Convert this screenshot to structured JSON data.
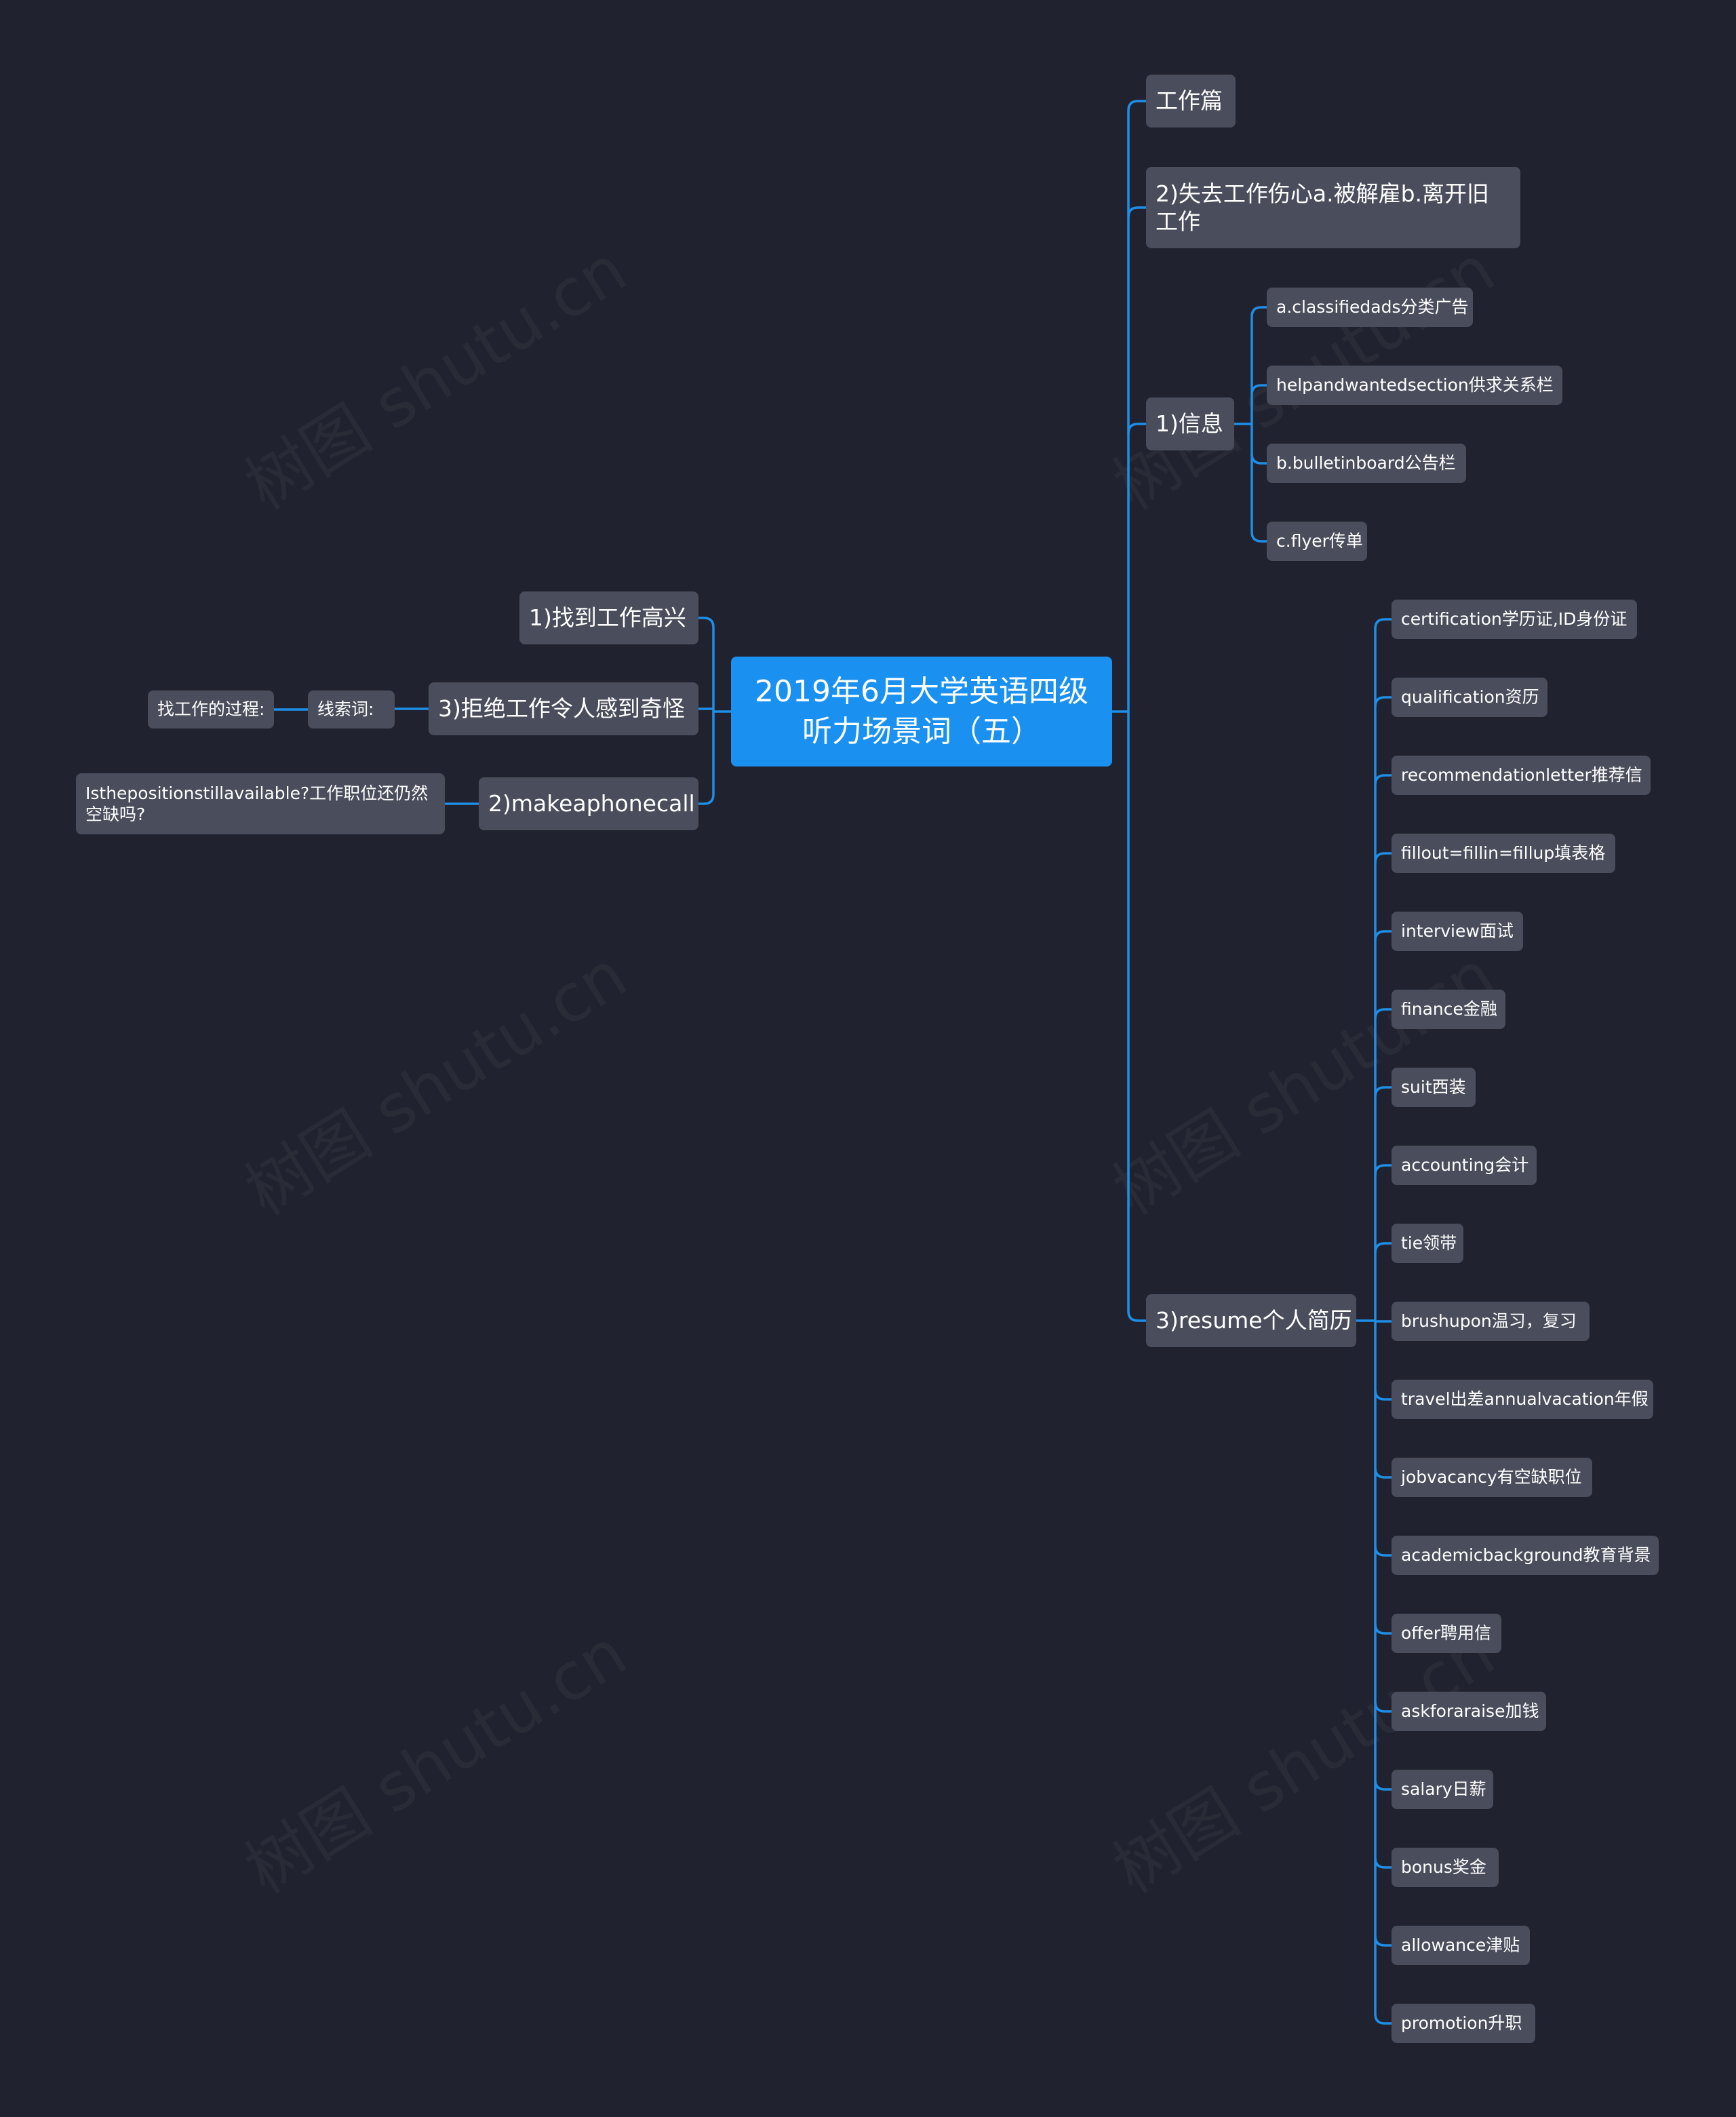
{
  "watermark": "树图 shutu.cn",
  "root": {
    "title": "2019年6月大学英语四级听力场景词（五）"
  },
  "right": {
    "topic_work": "工作篇",
    "topic_lose_job": "2)失去工作伤心a.被解雇b.离开旧工作",
    "topic_info": "1)信息",
    "info_items": [
      "a.classifiedads分类广告",
      "helpandwantedsection供求关系栏",
      "b.bulletinboard公告栏",
      "c.flyer传单"
    ],
    "topic_resume": "3)resume个人简历",
    "resume_items": [
      "certification学历证,ID身份证",
      "qualification资历",
      "recommendationletter推荐信",
      "fillout=fillin=fillup填表格",
      "interview面试",
      "finance金融",
      "suit西装",
      "accounting会计",
      "tie领带",
      "brushupon温习，复习",
      "travel出差annualvacation年假",
      "jobvacancy有空缺职位",
      "academicbackground教育背景",
      "offer聘用信",
      "askforaraise加钱",
      "salary日薪",
      "bonus奖金",
      "allowance津贴",
      "promotion升职"
    ]
  },
  "left": {
    "topic_happy": "1)找到工作高兴",
    "topic_reject": "3)拒绝工作令人感到奇怪",
    "clue_words": "线索词:",
    "process": "找工作的过程:",
    "topic_call": "2)makeaphonecall",
    "call_question": "Isthepositionstillavailable?工作职位还仍然空缺吗?"
  }
}
